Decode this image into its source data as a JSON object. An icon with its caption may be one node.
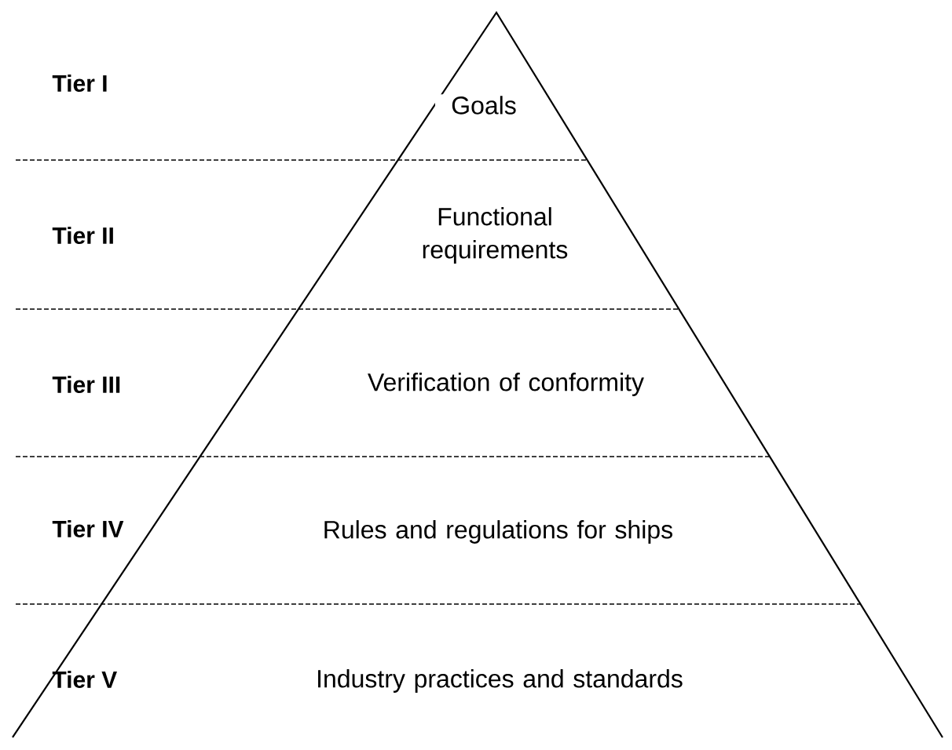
{
  "diagram": {
    "nodes": [
      {
        "text": [
          "Goals"
        ]
      },
      {
        "text": [
          "Functional requirements"
        ]
      },
      {
        "text": [
          "Verification of conformity"
        ]
      },
      {
        "text": [
          "Rules and regulations for ships"
        ]
      },
      {
        "text": [
          "Industry practices and standards"
        ]
      }
    ],
    "labels": [
      "Tier I",
      "Tier II",
      "Tier III",
      "Tier IV",
      "Tier V"
    ]
  }
}
